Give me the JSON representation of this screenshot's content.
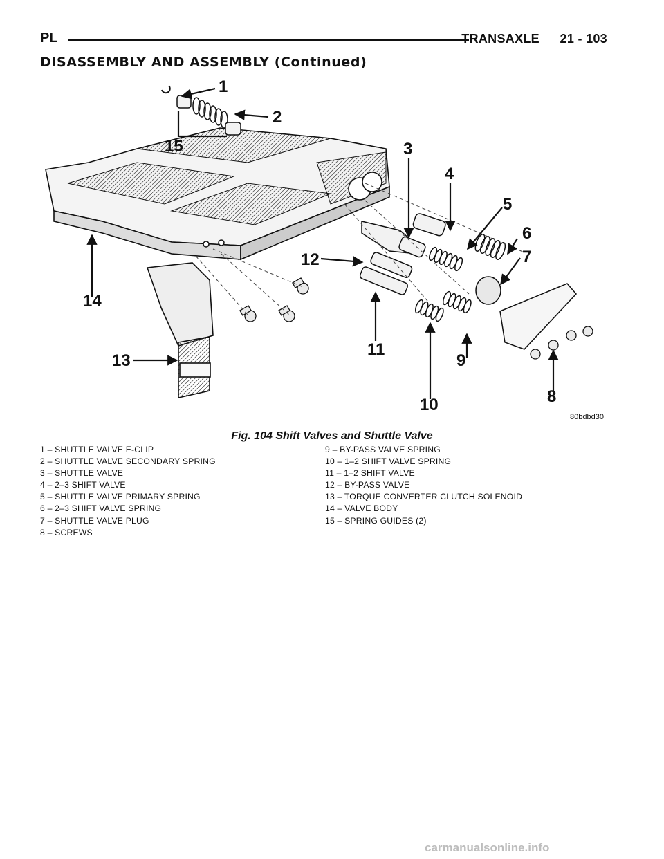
{
  "header": {
    "left": "PL",
    "section": "TRANSAXLE",
    "page": "21 - 103"
  },
  "section_title": "DISASSEMBLY AND ASSEMBLY (Continued)",
  "figure": {
    "id": "80bdbd30",
    "caption": "Fig. 104 Shift Valves and Shuttle Valve",
    "callouts": [
      "1",
      "2",
      "3",
      "4",
      "5",
      "6",
      "7",
      "8",
      "9",
      "10",
      "11",
      "12",
      "13",
      "14",
      "15"
    ]
  },
  "legend": {
    "left": [
      "1 – SHUTTLE VALVE E-CLIP",
      "2 – SHUTTLE VALVE SECONDARY SPRING",
      "3 – SHUTTLE VALVE",
      "4 – 2–3 SHIFT VALVE",
      "5 – SHUTTLE VALVE PRIMARY SPRING",
      "6 – 2–3 SHIFT VALVE SPRING",
      "7 – SHUTTLE VALVE PLUG",
      "8 – SCREWS"
    ],
    "right": [
      "9 – BY-PASS VALVE SPRING",
      "10 – 1–2 SHIFT VALVE SPRING",
      "11 – 1–2 SHIFT VALVE",
      "12 – BY-PASS VALVE",
      "13 – TORQUE CONVERTER CLUTCH SOLENOID",
      "14 – VALVE BODY",
      "15 – SPRING GUIDES (2)"
    ]
  },
  "watermark": "carmanualsonline.info"
}
